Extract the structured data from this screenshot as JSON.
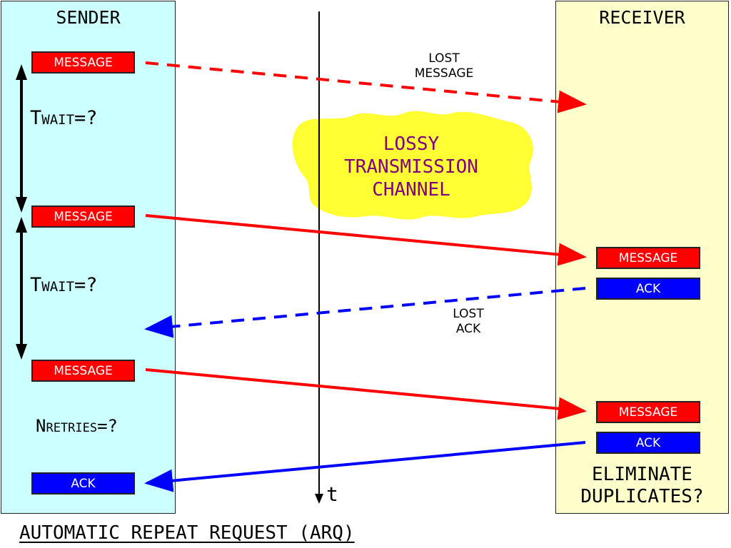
{
  "title": "AUTOMATIC REPEAT REQUEST (ARQ)",
  "sender": {
    "title": "SENDER",
    "boxes": [
      "MESSAGE",
      "MESSAGE",
      "MESSAGE",
      "ACK"
    ],
    "twait_1": {
      "main": "T",
      "sub": "WAIT",
      "suffix": "=?"
    },
    "twait_2": {
      "main": "T",
      "sub": "WAIT",
      "suffix": "=?"
    },
    "nretries": {
      "main": "N",
      "sub": "RETRIES",
      "suffix": "=?"
    }
  },
  "receiver": {
    "title": "RECEIVER",
    "boxes": [
      "MESSAGE",
      "ACK",
      "MESSAGE",
      "ACK"
    ],
    "note_line1": "ELIMINATE",
    "note_line2": "DUPLICATES?"
  },
  "channel": {
    "line1": "LOSSY",
    "line2": "TRANSMISSION",
    "line3": "CHANNEL"
  },
  "time_axis_label": "t",
  "lost_message": {
    "line1": "LOST",
    "line2": "MESSAGE"
  },
  "lost_ack": {
    "line1": "LOST",
    "line2": "ACK"
  },
  "colors": {
    "message": "#ff0000",
    "ack": "#0000ff",
    "sender_bg": "#ccffff",
    "receiver_bg": "#ffffcc",
    "cloud": "#ffff33",
    "channel_text": "#800080"
  }
}
